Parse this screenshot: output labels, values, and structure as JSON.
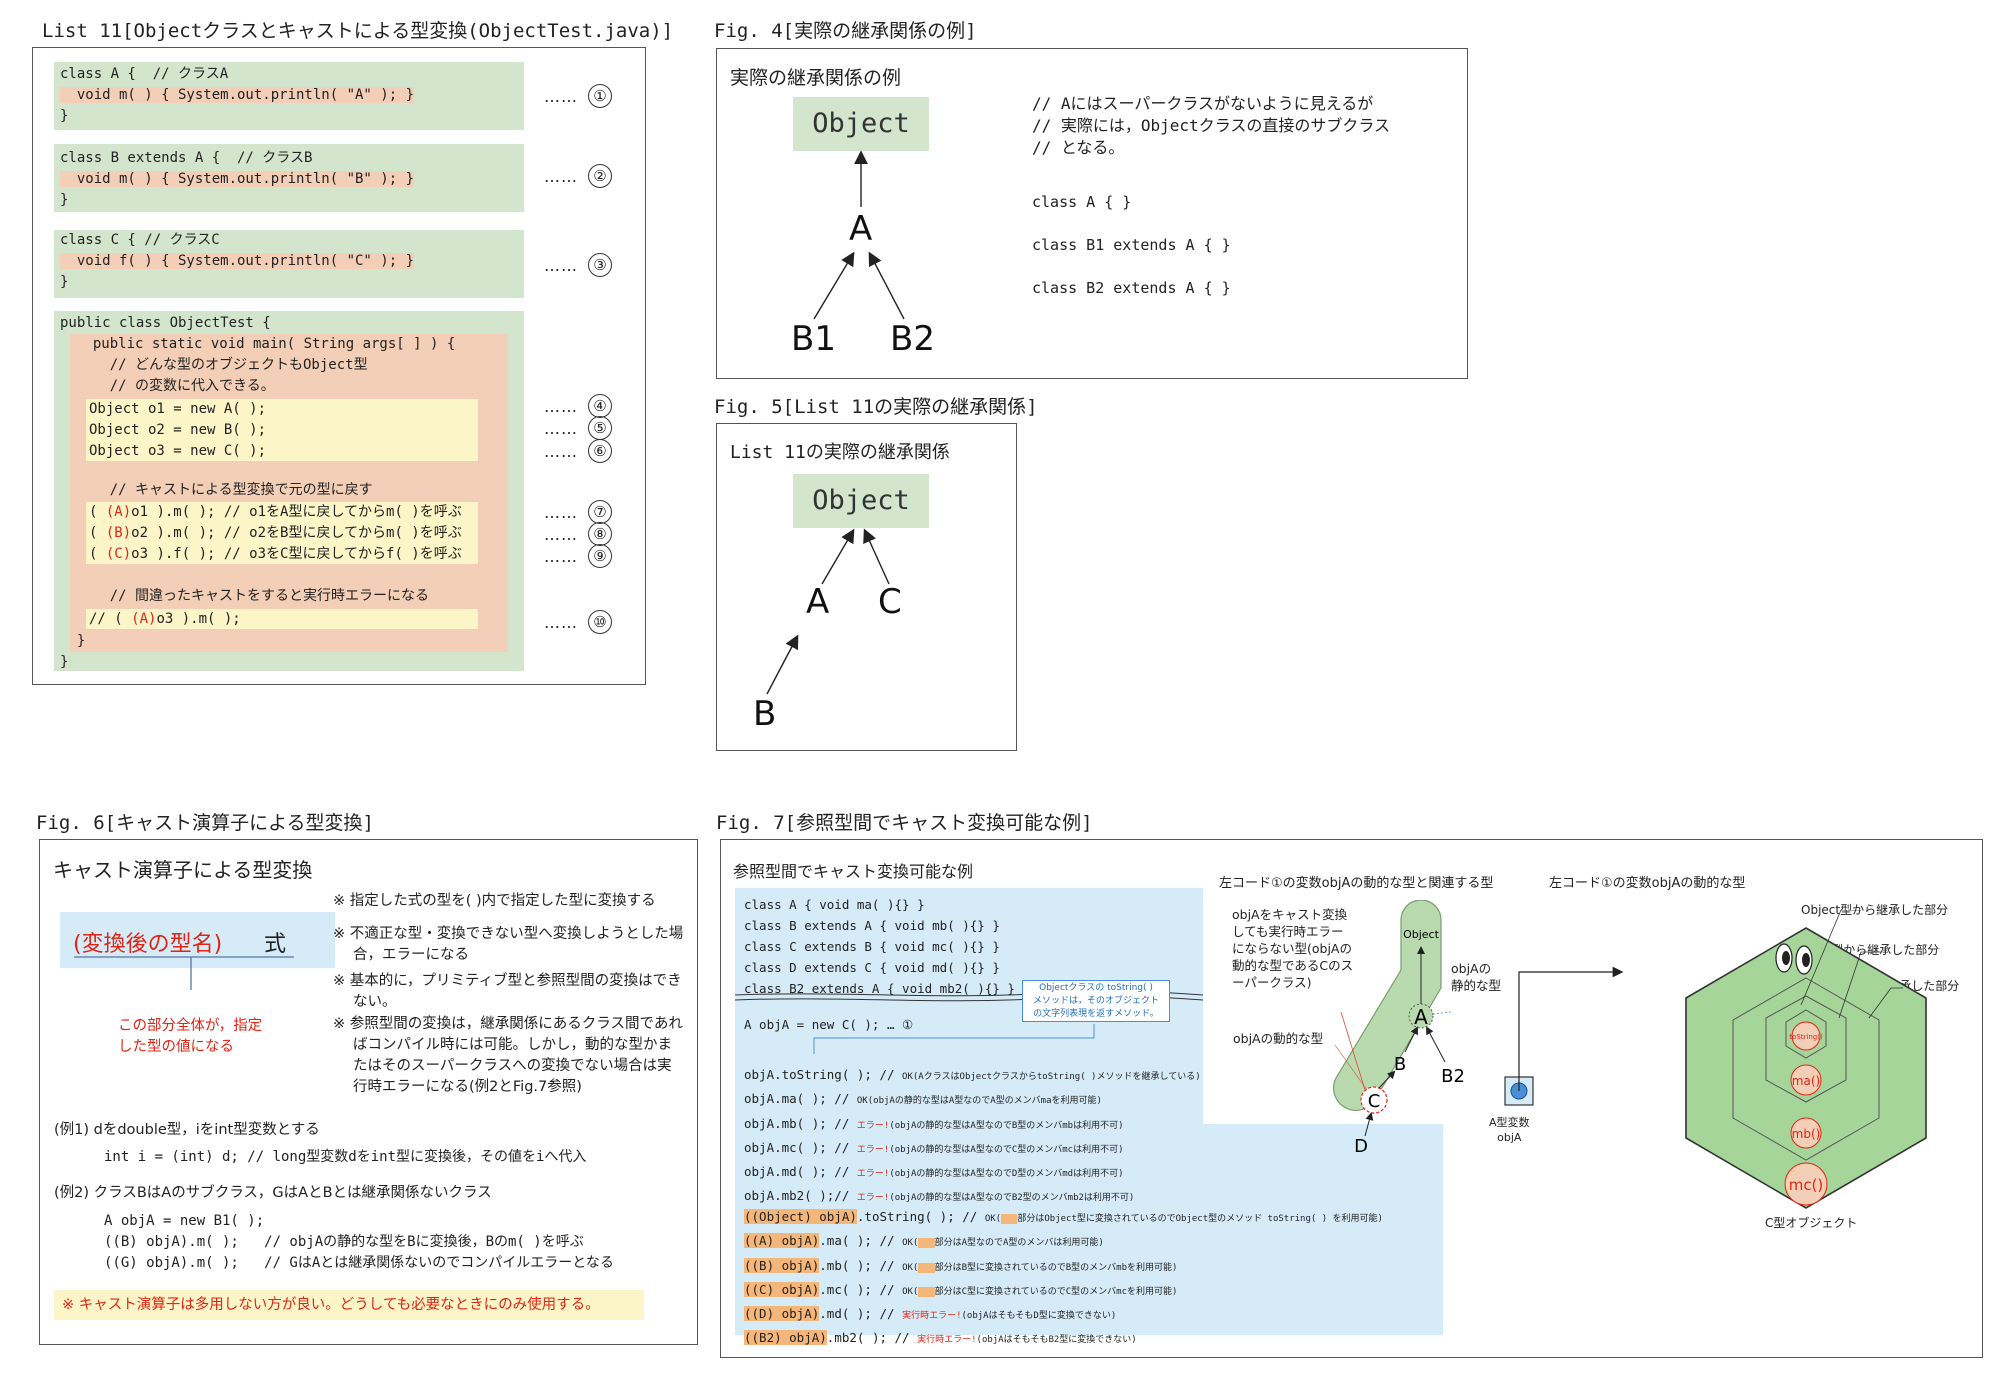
{
  "list11": {
    "caption": "List 11[Objectクラスとキャストによる型変換(ObjectTest.java)]",
    "classA": [
      "class A {  // クラスA",
      "  void m( ) { System.out.println( \"A\" ); }",
      "}"
    ],
    "classB": [
      "class B extends A {  // クラスB",
      "  void m( ) { System.out.println( \"B\" ); }",
      "}"
    ],
    "classC": [
      "class C { // クラスC",
      "  void f( ) { System.out.println( \"C\" ); }",
      "}"
    ],
    "main_head": [
      "public class ObjectTest {",
      "  public static void main( String args[ ] ) {"
    ],
    "c1": [
      "    // どんな型のオブジェクトもObject型",
      "    // の変数に代入できる。"
    ],
    "decl": [
      "Object o1 = new A( );",
      "Object o2 = new B( );",
      "Object o3 = new C( );"
    ],
    "c2": "    // キャストによる型変換で元の型に戻す",
    "cast": [
      {
        "pre": "( ",
        "cast": "(A)",
        "post": "o1 ).m( ); // o1をA型に戻してからm( )を呼ぶ"
      },
      {
        "pre": "( ",
        "cast": "(B)",
        "post": "o2 ).m( ); // o2をB型に戻してからm( )を呼ぶ"
      },
      {
        "pre": "( ",
        "cast": "(C)",
        "post": "o3 ).f( ); // o3をC型に戻してからf( )を呼ぶ"
      }
    ],
    "c3": "    // 間違ったキャストをすると実行時エラーになる",
    "bad": {
      "pre": "// ( ",
      "cast": "(A)",
      "post": "o3 ).m( );"
    },
    "tail": [
      "  }",
      "}"
    ],
    "dots": "……",
    "marks": [
      "①",
      "②",
      "③",
      "④",
      "⑤",
      "⑥",
      "⑦",
      "⑧",
      "⑨",
      "⑩"
    ]
  },
  "fig4": {
    "caption": "Fig. 4[実際の継承関係の例]",
    "title": "実際の継承関係の例",
    "object": "Object",
    "a": "A",
    "b1": "B1",
    "b2": "B2",
    "comments": [
      "// Aにはスーパークラスがないように見えるが",
      "// 実際には，Objectクラスの直接のサブクラス",
      "// となる。"
    ],
    "code": [
      "class A { }",
      "class B1 extends A { }",
      "class B2 extends A { }"
    ]
  },
  "fig5": {
    "caption": "Fig. 5[List 11の実際の継承関係]",
    "title": "List 11の実際の継承関係",
    "object": "Object",
    "a": "A",
    "c": "C",
    "b": "B"
  },
  "fig6": {
    "caption": "Fig. 6[キャスト演算子による型変換]",
    "title": "キャスト演算子による型変換",
    "paren": "(変換後の型名)",
    "expr": "式",
    "under": [
      "この部分全体が，指定",
      "した型の値になる"
    ],
    "notes": [
      "※ 指定した式の型を( )内で指定した型に変換する",
      "※ 不適正な型・変換できない型へ変換しようとした場合，エラーになる",
      "※ 基本的に，プリミティブ型と参照型間の変換はできない。",
      "※ 参照型間の変換は，継承関係にあるクラス間であればコンパイル時には可能。しかし，動的な型かまたはそのスーパークラスへの変換でない場合は実行時エラーになる(例2とFig.7参照)"
    ],
    "ex1": "(例1) dをdouble型，iをint型変数とする",
    "ex1code": "int i = (int) d;  // long型変数dをint型に変換後，その値をiへ代入",
    "ex2": "(例2) クラスBはAのサブクラス，GはAとBとは継承関係ないクラス",
    "ex2code": [
      "A objA = new B1( );",
      "((B) objA).m( );   // objAの静的な型をBに変換後，Bのm( )を呼ぶ",
      "((G) objA).m( );   // GはAとは継承関係ないのでコンパイルエラーとなる"
    ],
    "warn": "※ キャスト演算子は多用しない方が良い。どうしても必要なときにのみ使用する。"
  },
  "fig7": {
    "caption": "Fig. 7[参照型間でキャスト変換可能な例]",
    "title": "参照型間でキャスト変換可能な例",
    "classes": [
      "class A { void ma( ){} }",
      "class B extends A { void mb( ){} }",
      "class C extends B { void mc( ){} }",
      "class D extends C { void md( ){} }",
      "class B2 extends A { void mb2( ){} }"
    ],
    "decl": "A objA = new C( ); … ①",
    "tooltip": [
      "Objectクラスの toString( )",
      "メソッドは，そのオブジェクト",
      "の文字列表現を返すメソッド。"
    ],
    "calls": [
      {
        "code": "objA.toString( ); // ",
        "err": "",
        "note": "OK(AクラスはObjectクラスからtoString( )メソッドを継承している)"
      },
      {
        "code": "objA.ma( ); // ",
        "err": "",
        "note": "OK(objAの静的な型はA型なのでA型のメンバmaを利用可能)"
      },
      {
        "code": "objA.mb( ); // ",
        "err": "エラー!",
        "note": "(objAの静的な型はA型なのでB型のメンバmbは利用不可)"
      },
      {
        "code": "objA.mc( ); // ",
        "err": "エラー!",
        "note": "(objAの静的な型はA型なのでC型のメンバmcは利用不可)"
      },
      {
        "code": "objA.md( ); // ",
        "err": "エラー!",
        "note": "(objAの静的な型はA型なのでD型のメンバmdは利用不可)"
      },
      {
        "code": "objA.mb2( );// ",
        "err": "エラー!",
        "note": "(objAの静的な型はA型なのでB2型のメンバmb2は利用不可)"
      }
    ],
    "casts": [
      {
        "cast": "((Object) objA)",
        "rest": ".toString( ); // ",
        "ok": "OK(",
        "hl": "",
        "note": "部分はObject型に変換されているのでObject型のメソッド toString( ) を利用可能)",
        "err": ""
      },
      {
        "cast": "((A) objA)",
        "rest": ".ma( ); // ",
        "ok": "OK(",
        "hl": "",
        "note": "部分はA型なのでA型のメンバは利用可能)",
        "err": ""
      },
      {
        "cast": "((B) objA)",
        "rest": ".mb( ); // ",
        "ok": "OK(",
        "hl": "",
        "note": "部分はB型に変換されているのでB型のメンバmbを利用可能)",
        "err": ""
      },
      {
        "cast": "((C) objA)",
        "rest": ".mc( ); // ",
        "ok": "OK(",
        "hl": "",
        "note": "部分はC型に変換されているのでC型のメンバmcを利用可能)",
        "err": ""
      },
      {
        "cast": "((D) objA)",
        "rest": ".md( ); // ",
        "ok": "",
        "hl": "",
        "note": "(objAはそもそもD型に変換できない)",
        "err": "実行時エラー!"
      },
      {
        "cast": "((B2) objA)",
        "rest": ".mb2( ); // ",
        "ok": "",
        "hl": "",
        "note": "(objAはそもそもB2型に変換できない)",
        "err": "実行時エラー!"
      }
    ],
    "mid_title": "左コード①の変数objAの動的な型と関連する型",
    "mid_label": [
      "objAをキャスト変換",
      "しても実行時エラー",
      "にならない型(objAの",
      "動的な型であるCのス",
      "ーパークラス)"
    ],
    "dyn_label": "objAの動的な型",
    "static_label": [
      "objAの",
      "静的な型"
    ],
    "chain": {
      "object": "Object",
      "a": "A",
      "b": "B",
      "c": "C",
      "d": "D",
      "b2": "B2"
    },
    "right_title": "左コード①の変数objAの動的な型",
    "layers": [
      "Object型から継承した部分",
      "A型から継承した部分",
      "B型から継承した部分"
    ],
    "methods": [
      "toString()",
      "ma()",
      "mb()",
      "mc()"
    ],
    "var_label": [
      "A型変数",
      "objA"
    ],
    "obj_label": "C型オブジェクト"
  },
  "colors": {
    "green": "#d3e6cd",
    "salmon": "#f4cfb7",
    "yellow": "#fcf5c7",
    "red": "#e02515",
    "blue": "#d5ebf8",
    "orange": "#f5b679",
    "hex": "#a6d59a"
  }
}
